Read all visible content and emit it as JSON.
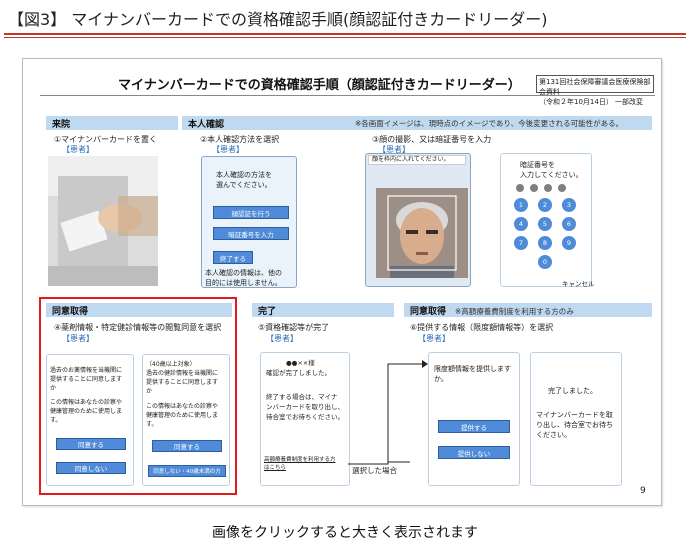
{
  "figure_title": "【図3】 マイナンバーカードでの資格確認手順(顔認証付きカードリーダー)",
  "slide": {
    "title": "マイナンバーカードでの資格確認手順（顔認証付きカードリーダー）",
    "source": "第131回社会保障審議会医療保険部会資料\n（令和２年10月14日） 一部改変",
    "page_number": "9",
    "note": "※各画面イメージは、現時点のイメージであり、今後変更される可能性がある。"
  },
  "sections": {
    "visit": "来院",
    "identity": "本人確認",
    "consent": "同意取得",
    "done": "完了",
    "consent2": "同意取得",
    "consent2_note": "※高額療養費制度を利用する方のみ"
  },
  "steps": {
    "s1": "①マイナンバーカードを置く",
    "s2": "②本人確認方法を選択",
    "s3": "③顔の撮影、又は暗証番号を入力",
    "s4": "④薬剤情報・特定健診情報等の閲覧同意を選択",
    "s5": "⑤資格確認等が完了",
    "s6": "⑥提供する情報（限度額情報等）を選択",
    "patient": "【患者】"
  },
  "screens": {
    "s2": {
      "prompt": "本人確認の方法を\n選んでください。",
      "btn_face": "顔認証を行う",
      "btn_pin": "暗証番号を入力",
      "btn_end": "終了する",
      "footer": "本人確認の情報は、他の\n目的には使用しません。"
    },
    "s3": {
      "face_prompt": "顔を枠内に入れてください。",
      "pin_prompt": "暗証番号を\n入力してください。",
      "keys": [
        "1",
        "2",
        "3",
        "4",
        "5",
        "6",
        "7",
        "8",
        "9",
        "0"
      ],
      "cancel": "キャンセル"
    },
    "s4a": {
      "text1": "過去のお薬情報を当機関に\n提供することに同意します\nか",
      "text2": "この情報はあなたの診察や\n健康管理のために使用しま\nす。",
      "agree": "同意する",
      "disagree": "同意しない"
    },
    "s4b": {
      "header": "（40歳以上対象）",
      "text1": "過去の健診情報を当機関に\n提供することに同意します\nか",
      "text2": "この情報はあなたの診察や\n健康管理のために使用しま\nす。",
      "agree": "同意する",
      "disagree": "同意しない・40歳未満の方"
    },
    "s5": {
      "name": "●●××様",
      "text1": "確認が完了しました。",
      "text2": "終了する場合は、マイナ\nンバーカードを取り出し、\n待合室でお待ちください。",
      "link": "高額療養費制度を利用する方\nはこちら",
      "selected": "選択した場合"
    },
    "s6a": {
      "text": "限度額情報を提供します\nか。",
      "provide": "提供する",
      "no_provide": "提供しない"
    },
    "s6b": {
      "text1": "完了しました。",
      "text2": "マイナンバーカードを取\nり出し、待合室でお待ち\nください。"
    }
  },
  "caption": "画像をクリックすると大きく表示されます",
  "colors": {
    "accent_red": "#c0392b",
    "band": "#bfd9f0",
    "button_blue": "#4f8bd8",
    "highlight_box": "#e11b1b"
  }
}
